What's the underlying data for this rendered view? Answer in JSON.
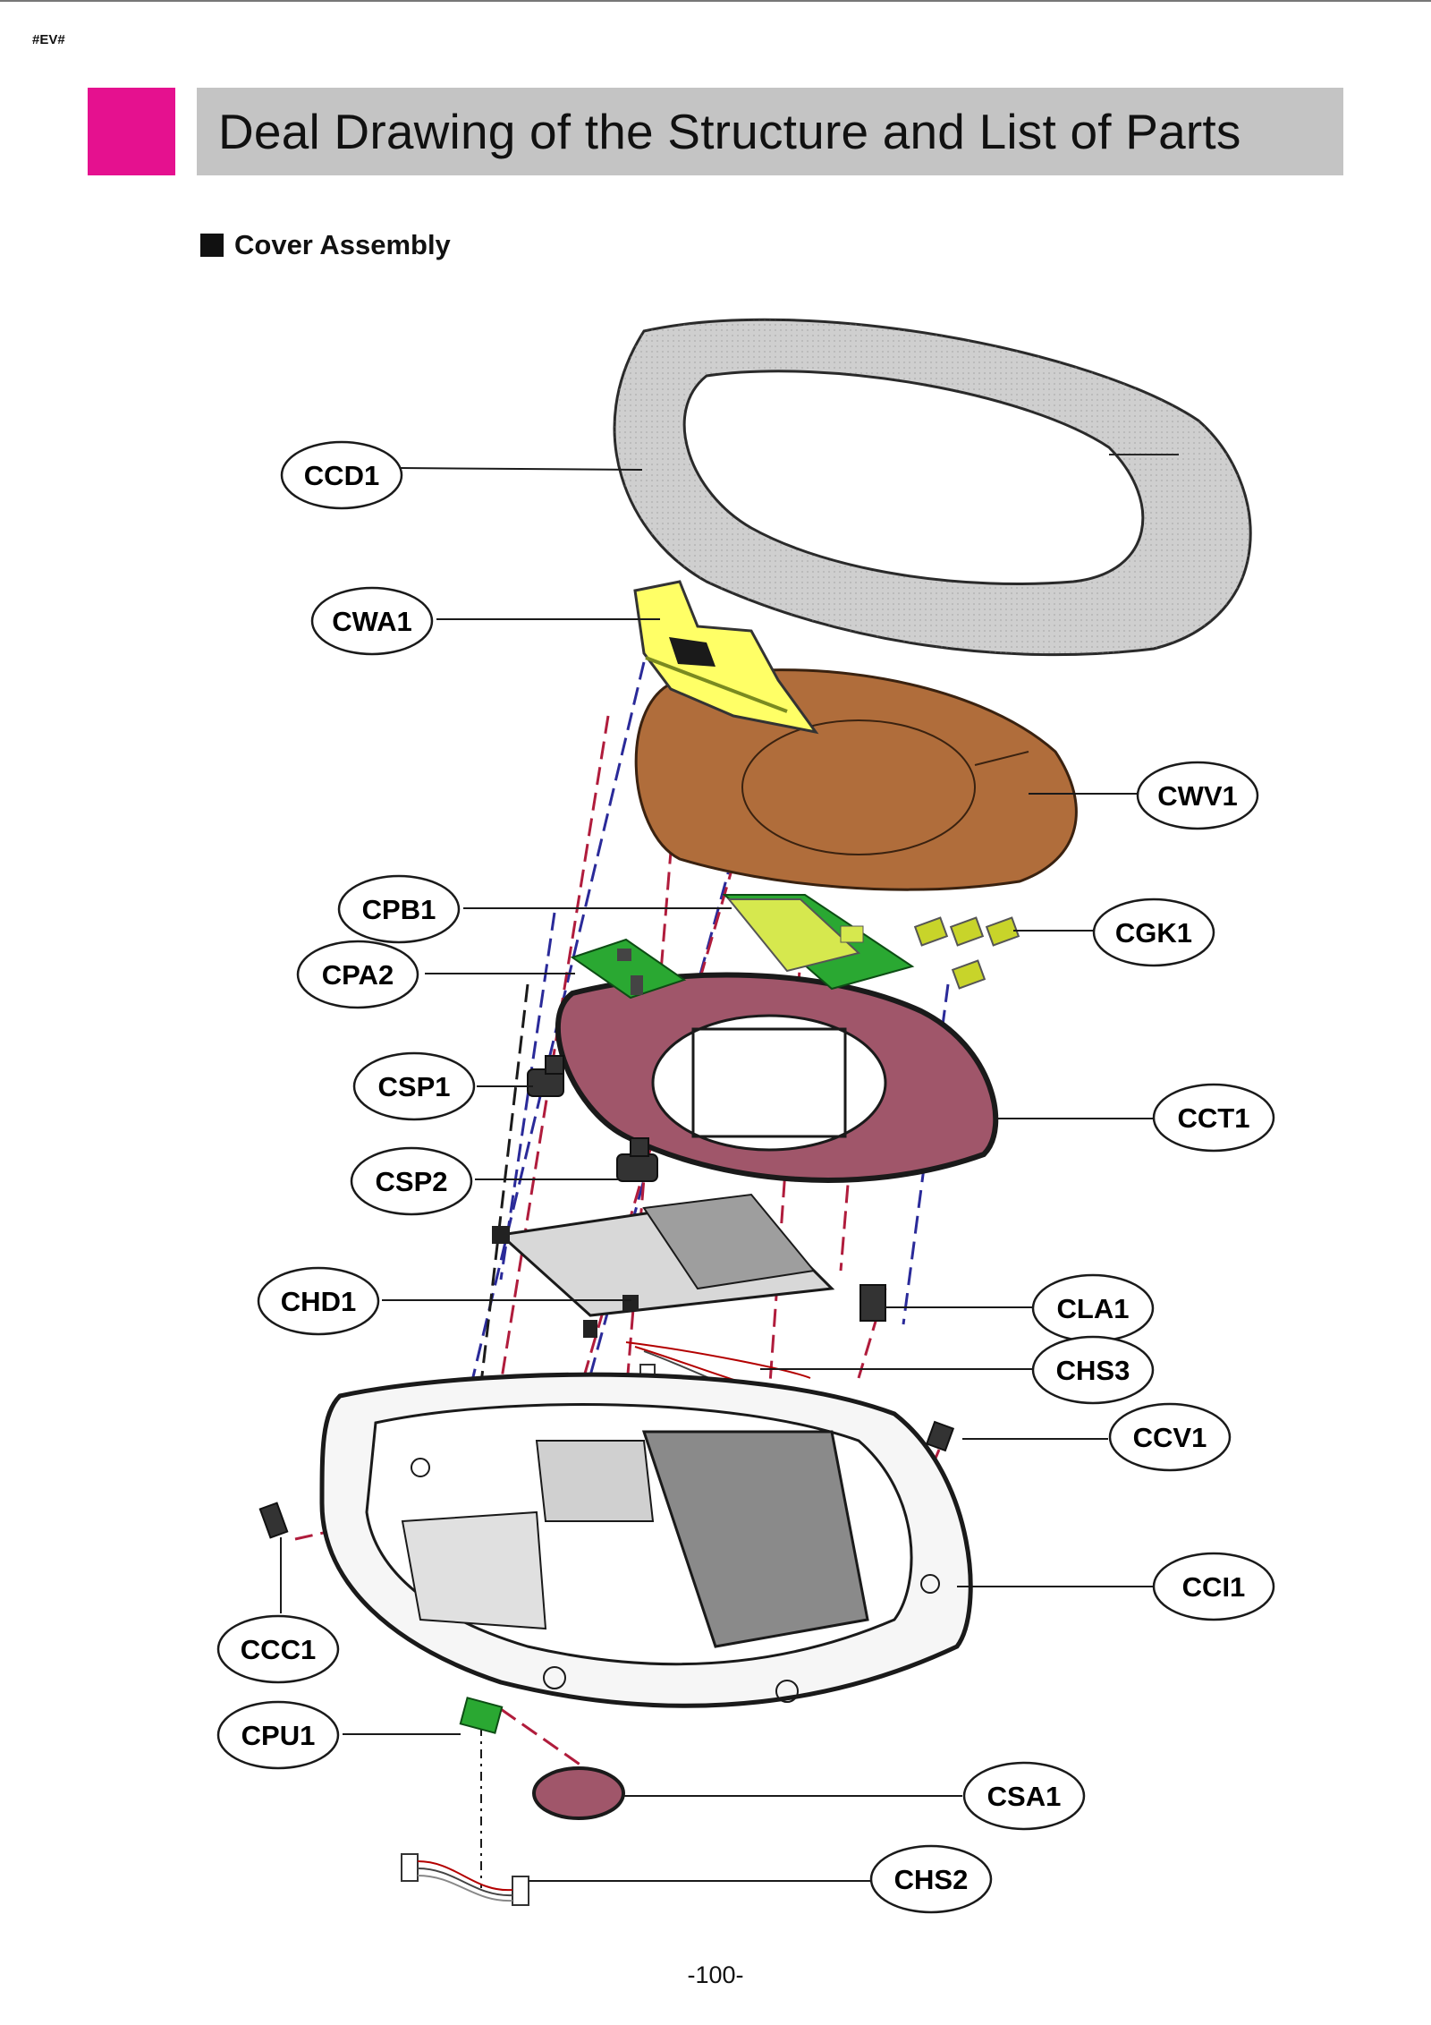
{
  "corner_tag": "#EV#",
  "title": "Deal Drawing of the Structure and List of Parts",
  "section": "Cover Assembly",
  "page_number": "-100-",
  "colors": {
    "accent": "#e5118f",
    "title_bar": "#c4c4c4",
    "outer_ring": "#cfcfcf",
    "wash_panel": "#ffff66",
    "valve_cover": "#b06d3b",
    "pcb_green": "#2aa832",
    "cover_top": "#a0566a",
    "guide_dash_blue": "#2a2a99",
    "guide_dash_red": "#b01c3c"
  },
  "parts": {
    "CCD1": "CCD1",
    "CWA1": "CWA1",
    "CWV1": "CWV1",
    "CPB1": "CPB1",
    "CGK1": "CGK1",
    "CPA2": "CPA2",
    "CSP1": "CSP1",
    "CCT1": "CCT1",
    "CSP2": "CSP2",
    "CHD1": "CHD1",
    "CLA1": "CLA1",
    "CHS3": "CHS3",
    "CCV1": "CCV1",
    "CCI1": "CCI1",
    "CCC1": "CCC1",
    "CPU1": "CPU1",
    "CSA1": "CSA1",
    "CHS2": "CHS2"
  }
}
